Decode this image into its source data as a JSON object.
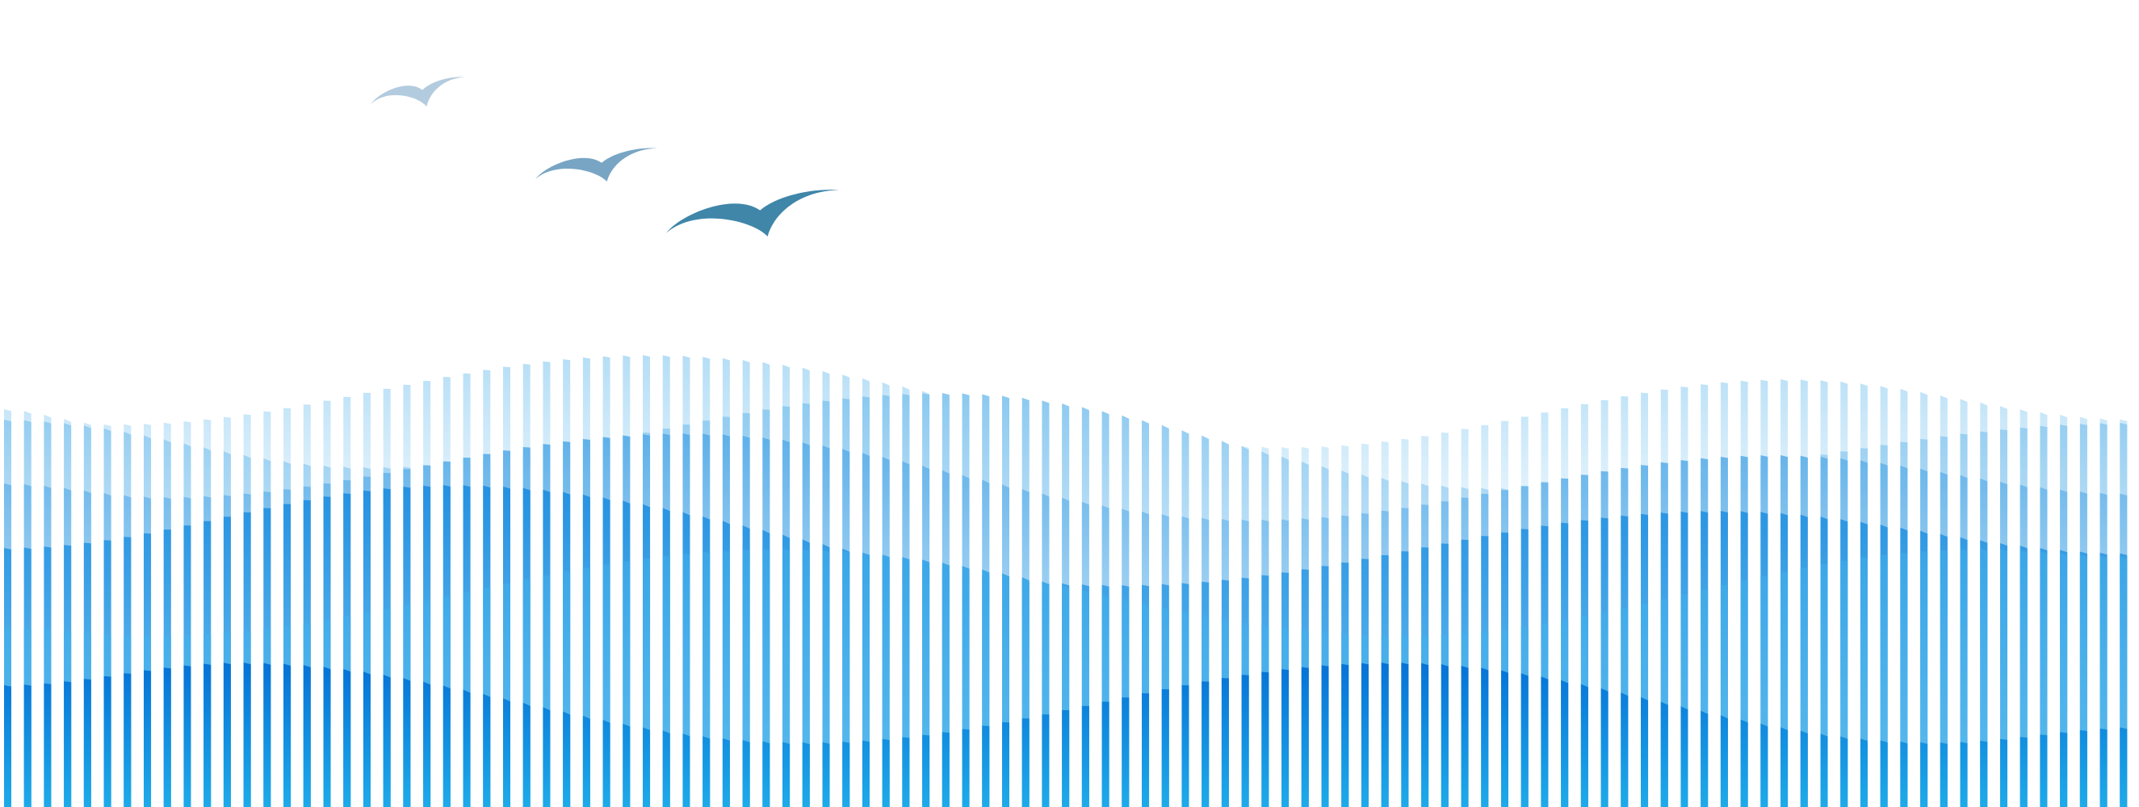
{
  "background": "#ffffff",
  "birds": [
    {
      "icon": "seagull-icon",
      "color": "#b3cbde"
    },
    {
      "icon": "seagull-icon",
      "color": "#78a5c4"
    },
    {
      "icon": "seagull-icon",
      "color": "#3f86a9"
    }
  ],
  "wave_layers": [
    {
      "name": "wave-layer-1",
      "top_color": "#b5def6",
      "bottom_color": "#eef8fe"
    },
    {
      "name": "wave-layer-2",
      "top_color": "#8bc9f0",
      "bottom_color": "#e4f3fc"
    },
    {
      "name": "wave-layer-3",
      "top_color": "#5eb0e9",
      "bottom_color": "#d2ebfa"
    },
    {
      "name": "wave-layer-4",
      "top_color": "#2591e1",
      "bottom_color": "#72c5f1"
    },
    {
      "name": "wave-layer-5",
      "top_color": "#3aa6e8",
      "bottom_color": "#5cbcee"
    },
    {
      "name": "wave-layer-6",
      "top_color": "#0672d6",
      "bottom_color": "#1eaae9"
    }
  ]
}
